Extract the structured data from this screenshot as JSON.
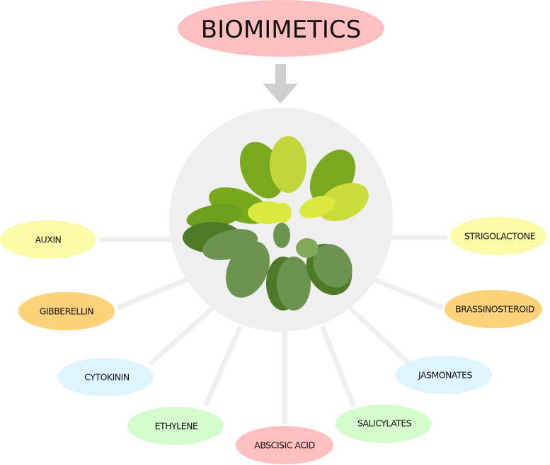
{
  "title": {
    "text": "BIOMIMETICS",
    "color": "#ffbfc1"
  },
  "arrow": {
    "icon": "down-arrow-icon",
    "color": "#cfcfcf"
  },
  "center": {
    "icon": "rosette-plant-icon",
    "circle_color": "#efefef",
    "connector_color": "#efefef"
  },
  "nodes": [
    {
      "label": "AUXIN",
      "color": "#fcfca8"
    },
    {
      "label": "GIBBERELLIN",
      "color": "#fcd27a"
    },
    {
      "label": "CYTOKININ",
      "color": "#dff5fd"
    },
    {
      "label": "ETHYLENE",
      "color": "#d4fccc"
    },
    {
      "label": "ABSCISIC ACID",
      "color": "#ffbfc1"
    },
    {
      "label": "SALICYLATES",
      "color": "#d4fccc"
    },
    {
      "label": "JASMONATES",
      "color": "#dff5fd"
    },
    {
      "label": "BRASSINOSTEROID",
      "color": "#fcd27a"
    },
    {
      "label": "STRIGOLACTONE",
      "color": "#fcfca8"
    }
  ]
}
